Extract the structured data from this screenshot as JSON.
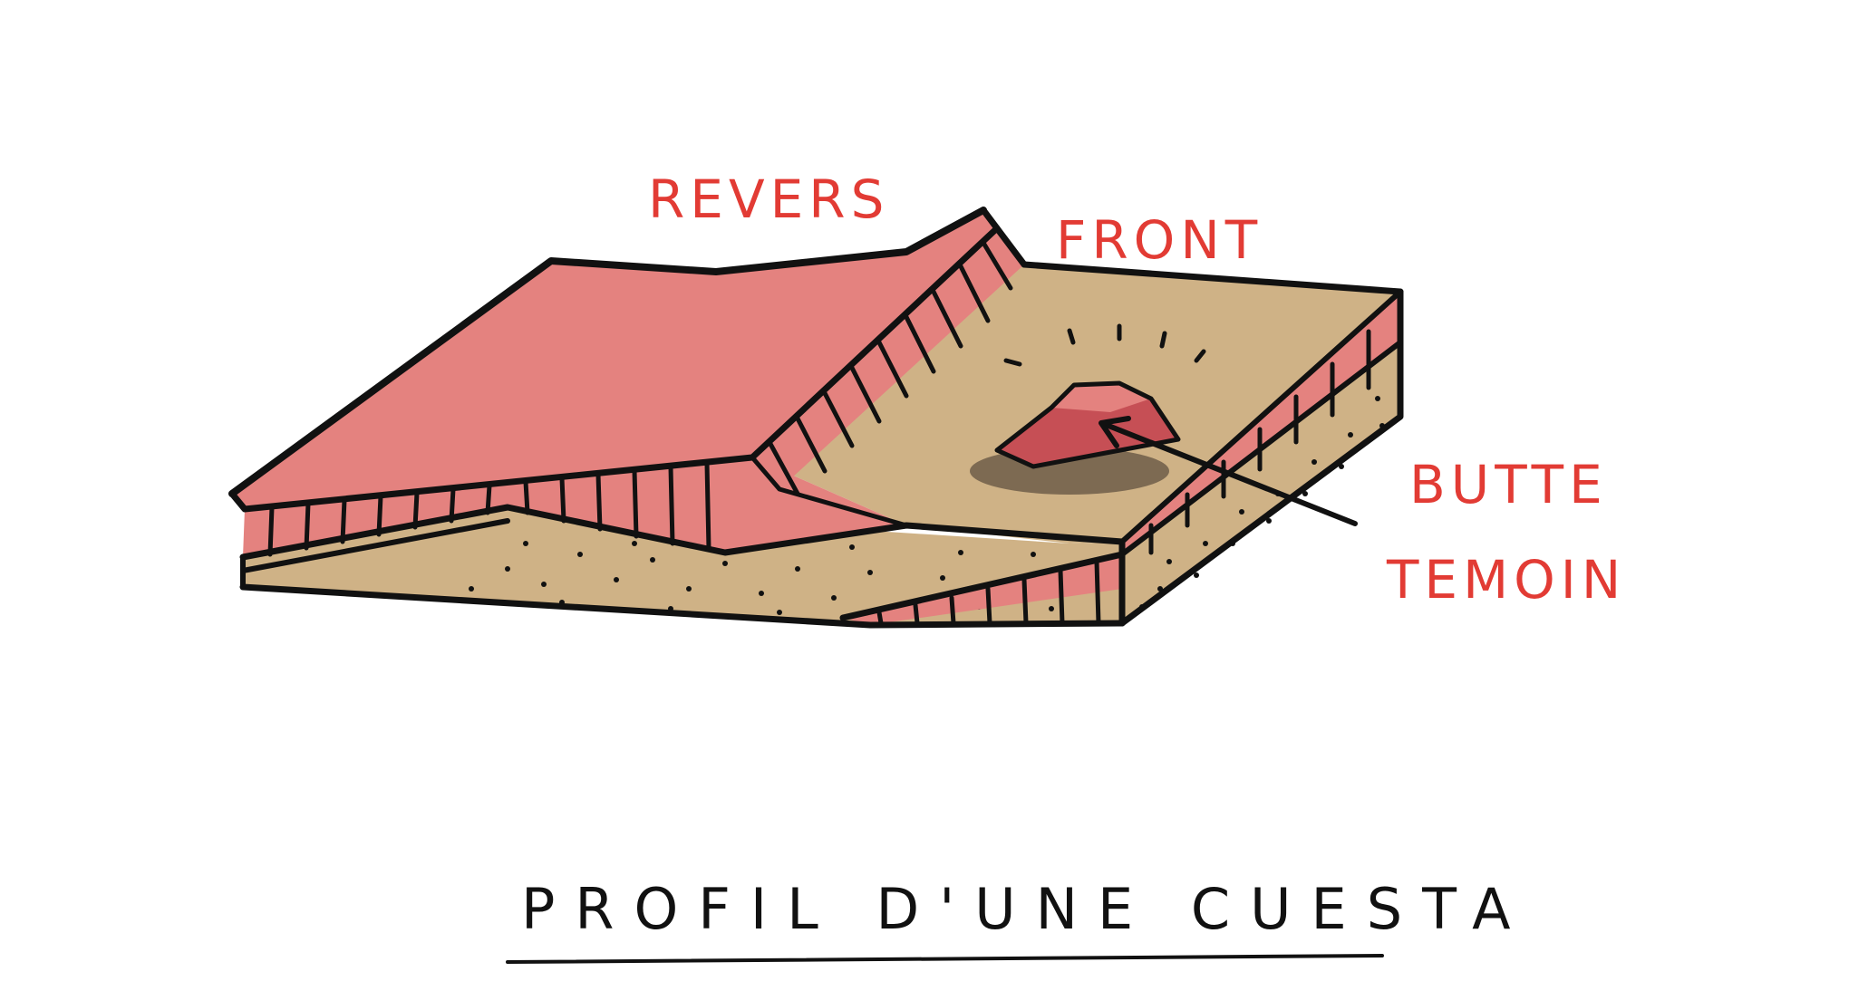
{
  "diagram": {
    "labels": {
      "revers": "REVERS",
      "front": "FRONT",
      "butte_line1": "BUTTE",
      "butte_line2": "TEMOIN"
    },
    "caption": "PROFIL D'UNE CUESTA"
  },
  "colors": {
    "hard_layer": "#e4827f",
    "soft_layer": "#cfb286",
    "label": "#e23b34",
    "ink": "#111111",
    "shadow": "#7d6a52"
  }
}
